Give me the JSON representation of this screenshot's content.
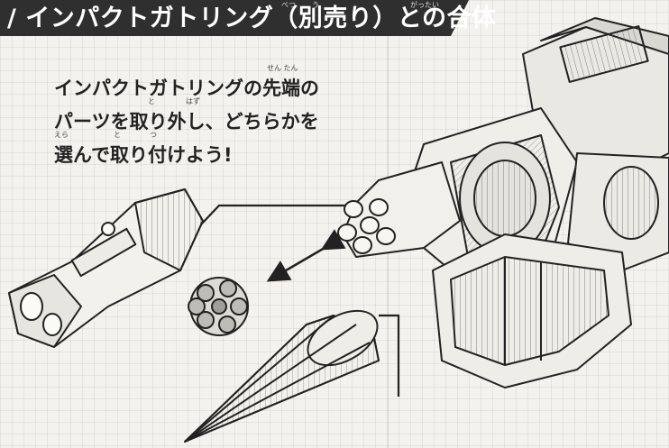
{
  "header": {
    "mark": "/",
    "title": "インパクトガトリング（別売り）との合体",
    "ruby_betsu": "べつ",
    "ruby_uri": "う",
    "ruby_gattai": "がったい"
  },
  "instructions": {
    "lines": [
      "インパクトガトリングの先端の",
      "パーツを取り外し、どちらかを",
      "選んで取り付けよう!"
    ],
    "ruby_sentan": "せん たん",
    "ruby_to1": "と",
    "ruby_hazu": "はず",
    "ruby_era": "えら",
    "ruby_to2": "と",
    "ruby_tsu": "つ"
  },
  "colors": {
    "header_bg": "#2f2f2f",
    "header_text": "#ffffff",
    "body_text": "#222222",
    "line_art": "#222222"
  }
}
